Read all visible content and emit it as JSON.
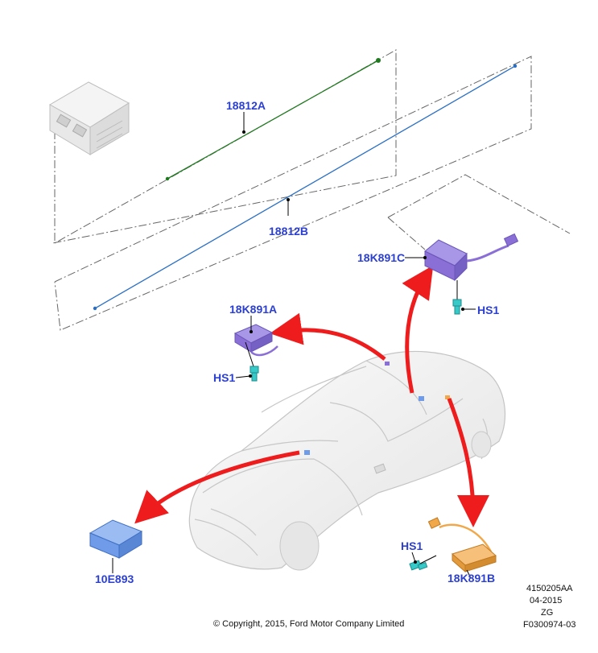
{
  "parts": {
    "cable_a": "18812A",
    "cable_b": "18812B",
    "module_c": "18K891C",
    "module_a": "18K891A",
    "module_b": "18K891B",
    "module_10e": "10E893",
    "screw_c": "HS1",
    "screw_a": "HS1",
    "screw_b": "HS1"
  },
  "footer": {
    "copyright": "© Copyright, 2015, Ford Motor Company Limited",
    "doc_number": "4150205AA",
    "date": "04-2015",
    "code": "ZG",
    "figure_id": "F0300974-03"
  },
  "colors": {
    "label": "#2b3fd1",
    "arrow": "#ee1c1c",
    "cable_a": "#1f7a1f",
    "cable_b": "#2a6fc4",
    "module_purple": "#8a70d6",
    "module_orange": "#f0a84a",
    "module_blue": "#6f9be8",
    "screw": "#37c8c8"
  }
}
